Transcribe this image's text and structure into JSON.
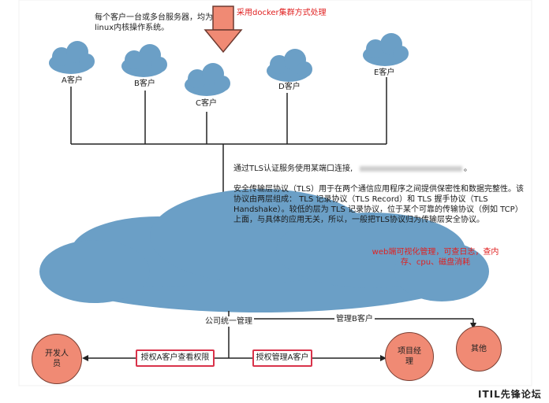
{
  "top_arrow_label": "采用docker集群方式处理",
  "client_note": "每个客户一台或多台服务器，均为linux内核操作系统。",
  "clients": [
    {
      "label": "A客户"
    },
    {
      "label": "B客户"
    },
    {
      "label": "C客户"
    },
    {
      "label": "D客户"
    },
    {
      "label": "E客户"
    }
  ],
  "tls_connect_note": "通过TLS认证服务使用某端口连接,",
  "tls_connect_tail": "。",
  "tls_description": "安全传输层协议（TLS）用于在两个通信应用程序之间提供保密性和数据完整性。该协议由两层组成： TLS 记录协议（TLS Record）和 TLS 握手协议（TLS Handshake）。较低的层为 TLS 记录协议，位于某个可靠的传输协议（例如 TCP）上面，与具体的应用无关，所以，一般把TLS协议归为传输层安全协议。",
  "web_note": "web端可视化管理，可查日志，查内存、cpu、磁盘消耗",
  "edges": {
    "company_manage": "公司统一管理",
    "manage_b": "管理B客户",
    "grant_view": "授权A客户查看权限",
    "grant_manage": "授权管理A客户"
  },
  "nodes": {
    "developer": "开发人员",
    "pm": "项目经理",
    "other": "其他"
  },
  "watermark": "ITIL先锋论坛",
  "colors": {
    "cloud": "#6b9fc6",
    "arrow_fill": "#f08a74",
    "circle_fill": "#f08a74",
    "red_text": "#e02020",
    "box_border": "#d9334a"
  }
}
